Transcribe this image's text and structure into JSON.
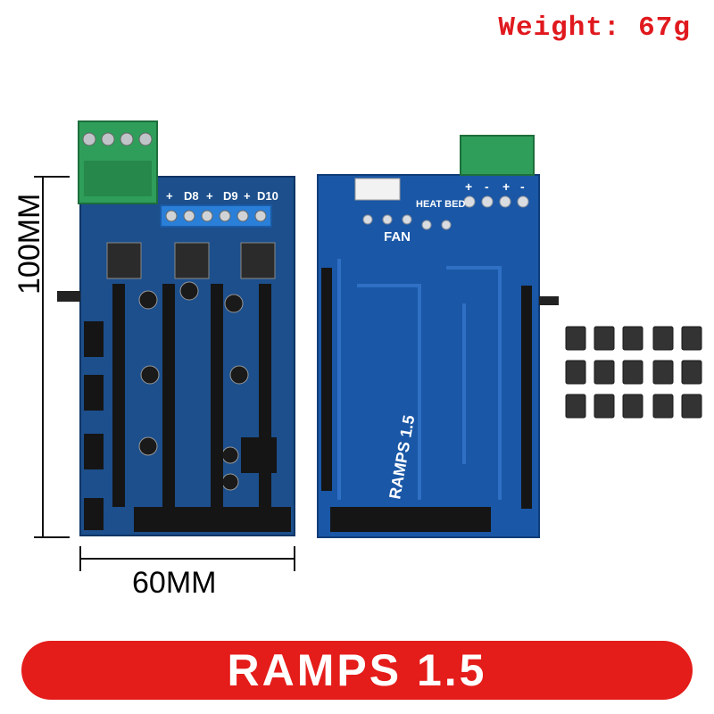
{
  "weight_label": "Weight: 67g",
  "dimensions": {
    "height_label": "100MM",
    "width_label": "60MM"
  },
  "banner": {
    "title": "RAMPS 1.5",
    "color": "#e41c1a"
  },
  "board_front": {
    "terminal_labels": [
      "D8",
      "+",
      "D9",
      "+",
      "D10",
      "+"
    ]
  },
  "board_back": {
    "silkscreen": [
      "RAMPS 1.5",
      "FAN",
      "HEAT BED"
    ],
    "power_labels": [
      "+",
      "-",
      "+",
      "-"
    ]
  },
  "jumpers": {
    "count": 15
  },
  "colors": {
    "pcb_front": "#1c4f8c",
    "pcb_back": "#1a57a6",
    "terminal_green": "#2f9e5a",
    "terminal_blue": "#2a7fd8",
    "jumper": "#333333"
  }
}
